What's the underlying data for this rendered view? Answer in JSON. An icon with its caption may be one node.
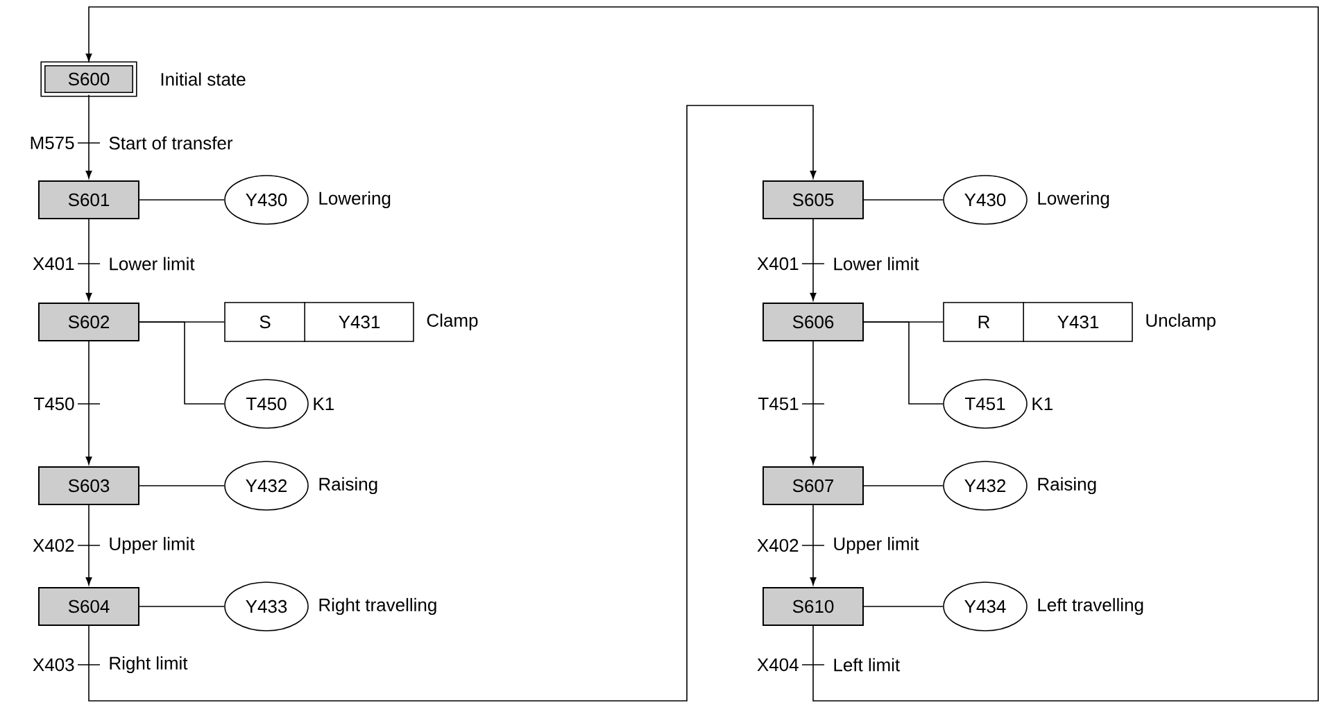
{
  "diagram": {
    "nodes": [
      {
        "text": [
          "S600"
        ],
        "beside": [
          "Initial state"
        ]
      },
      {
        "text": [
          "S601"
        ]
      },
      {
        "text": [
          "Y430"
        ],
        "beside": [
          "Lowering"
        ]
      },
      {
        "text": [
          "S602"
        ]
      },
      {
        "text": [
          "S",
          "Y431"
        ],
        "beside": [
          "Clamp"
        ]
      },
      {
        "text": [
          "T450"
        ],
        "beside": [
          "K1"
        ]
      },
      {
        "text": [
          "S603"
        ]
      },
      {
        "text": [
          "Y432"
        ],
        "beside": [
          "Raising"
        ]
      },
      {
        "text": [
          "S604"
        ]
      },
      {
        "text": [
          "Y433"
        ],
        "beside": [
          "Right travelling"
        ]
      },
      {
        "text": [
          "S605"
        ]
      },
      {
        "text": [
          "Y430"
        ],
        "beside": [
          "Lowering"
        ]
      },
      {
        "text": [
          "S606"
        ]
      },
      {
        "text": [
          "R",
          "Y431"
        ],
        "beside": [
          "Unclamp"
        ]
      },
      {
        "text": [
          "T451"
        ],
        "beside": [
          "K1"
        ]
      },
      {
        "text": [
          "S607"
        ]
      },
      {
        "text": [
          "Y432"
        ],
        "beside": [
          "Raising"
        ]
      },
      {
        "text": [
          "S610"
        ]
      },
      {
        "text": [
          "Y434"
        ],
        "beside": [
          "Left travelling"
        ]
      }
    ],
    "edges": [
      {
        "from": 0,
        "to": 1,
        "arrow": "to",
        "label": "M575"
      },
      {
        "from": 1,
        "to": 2,
        "arrow": "none"
      },
      {
        "from": 1,
        "to": 3,
        "arrow": "to",
        "label": "X401"
      },
      {
        "from": 3,
        "to": 4,
        "arrow": "none"
      },
      {
        "from": 3,
        "to": 5,
        "arrow": "none"
      },
      {
        "from": 3,
        "to": 6,
        "arrow": "to",
        "label": "T450"
      },
      {
        "from": 6,
        "to": 7,
        "arrow": "none"
      },
      {
        "from": 6,
        "to": 8,
        "arrow": "to",
        "label": "X402"
      },
      {
        "from": 8,
        "to": 9,
        "arrow": "none"
      },
      {
        "from": 8,
        "to": 10,
        "arrow": "to",
        "label": "X403"
      },
      {
        "from": 10,
        "to": 11,
        "arrow": "none"
      },
      {
        "from": 10,
        "to": 12,
        "arrow": "to",
        "label": "X401"
      },
      {
        "from": 12,
        "to": 13,
        "arrow": "none"
      },
      {
        "from": 12,
        "to": 14,
        "arrow": "none"
      },
      {
        "from": 12,
        "to": 15,
        "arrow": "to",
        "label": "T451"
      },
      {
        "from": 15,
        "to": 16,
        "arrow": "none"
      },
      {
        "from": 15,
        "to": 17,
        "arrow": "to",
        "label": "X402"
      },
      {
        "from": 17,
        "to": 18,
        "arrow": "none"
      },
      {
        "from": 17,
        "to": 0,
        "arrow": "to",
        "label": "X404"
      }
    ],
    "labels": [
      "Start of transfer",
      "Lower limit",
      "Upper limit",
      "Right limit",
      "Lower limit",
      "Upper limit",
      "Left limit"
    ]
  }
}
